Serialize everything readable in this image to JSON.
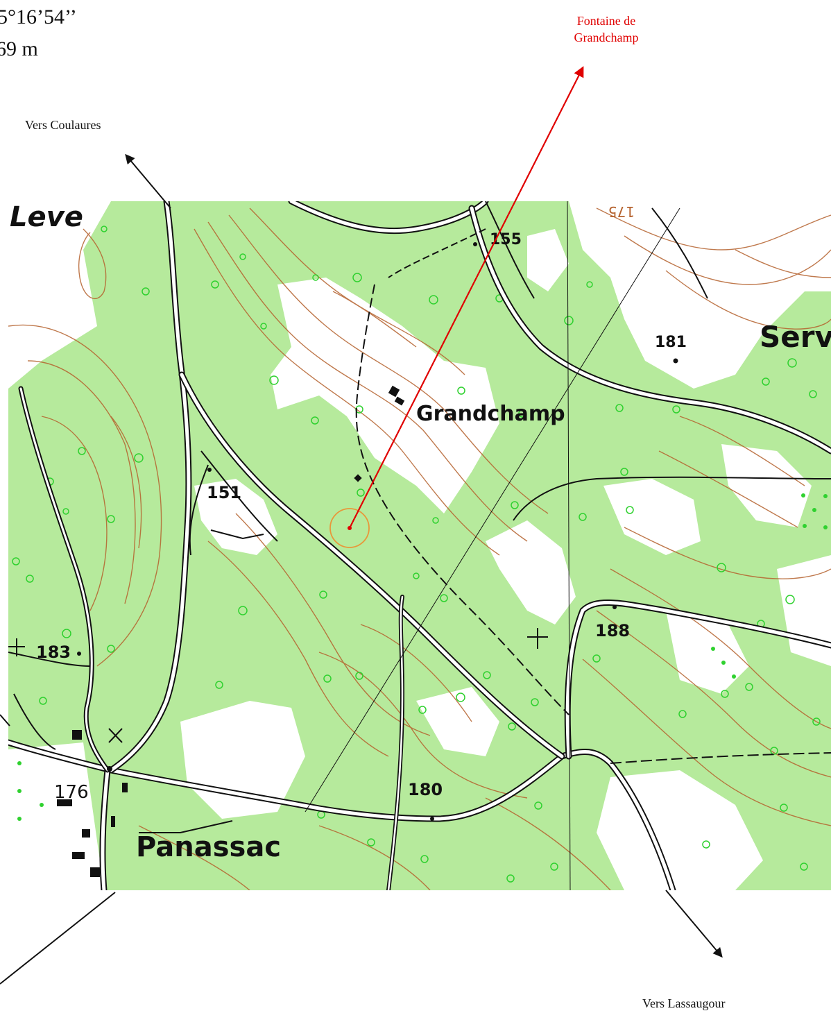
{
  "header": {
    "coord_line1": "5°16’54’’",
    "coord_line2": "69 m"
  },
  "annotations": {
    "fontaine_line1": "Fontaine  de",
    "fontaine_line2": "Grandchamp",
    "vers_coulaures": "Vers Coulaures",
    "vers_lassaugour": "Vers Lassaugour"
  },
  "map": {
    "place_names": {
      "leve": "Leve",
      "grandchamp": "Grandchamp",
      "serve": "Serve",
      "panassac": "Panassac"
    },
    "elevations": {
      "e155": "155",
      "e175": "175",
      "e181": "181",
      "e151": "151",
      "e183": "183",
      "e188": "188",
      "e176": "176",
      "e180": "180"
    },
    "colors": {
      "forest": "#b6ea9c",
      "open_land": "#ffffff",
      "contour": "#b5622e",
      "road": "#111111",
      "pointer_red": "#e00000",
      "circle_orange": "#e8973a"
    }
  }
}
